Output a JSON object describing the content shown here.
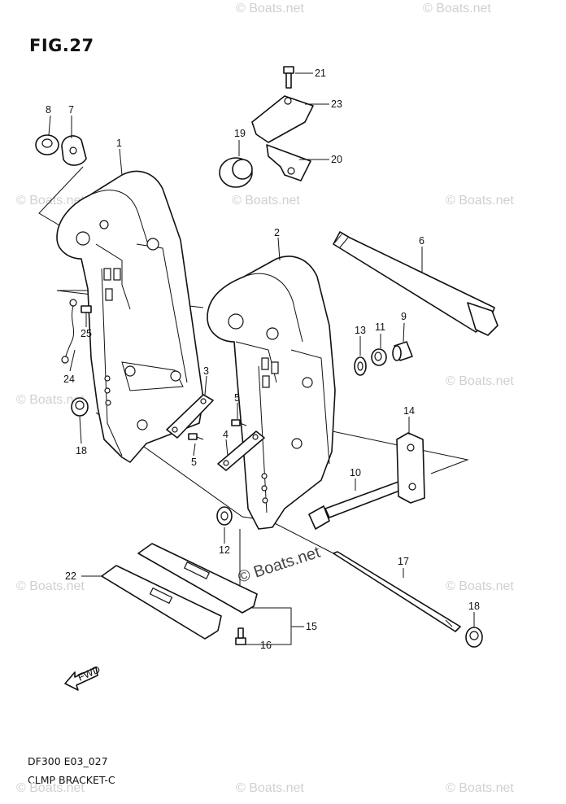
{
  "figure": {
    "title": "FIG.27",
    "code": "DF300 E03_027",
    "name": "CLMP BRACKET-C"
  },
  "watermark": "© Boats.net",
  "watermark_center": "© Boats.net",
  "fwd_label": "FWD",
  "parts": {
    "p1": "1",
    "p2": "2",
    "p3": "3",
    "p4": "4",
    "p5a": "5",
    "p5b": "5",
    "p6": "6",
    "p7": "7",
    "p8": "8",
    "p9": "9",
    "p10": "10",
    "p11": "11",
    "p12": "12",
    "p13": "13",
    "p14": "14",
    "p15": "15",
    "p16": "16",
    "p17": "17",
    "p18a": "18",
    "p18b": "18",
    "p19": "19",
    "p20": "20",
    "p21": "21",
    "p22": "22",
    "p23": "23",
    "p24": "24",
    "p25": "25"
  }
}
